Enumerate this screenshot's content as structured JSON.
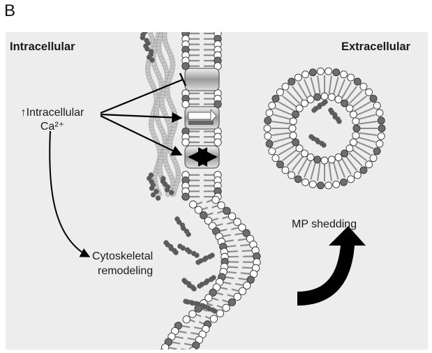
{
  "panel_label": "B",
  "labels": {
    "intracellular": "Intracellular",
    "extracellular": "Extracellular",
    "calcium_line1": "↑Intracellular",
    "calcium_line2": "Ca²⁺",
    "cyto_line1": "Cytoskeletal",
    "cyto_line2": "remodeling",
    "mp_shedding": "MP shedding"
  },
  "colors": {
    "background": "#ededed",
    "lipid_head_dark": "#6e6e6e",
    "lipid_head_light": "#ffffff",
    "lipid_tail": "#8c8c8c",
    "actin_light": "#c8c8c8",
    "actin_dark": "#5a5a5a",
    "arrow": "#000000"
  },
  "icons": [
    "channel-blocked-icon",
    "channel-open-arrow-icon",
    "channel-bidirectional-icon",
    "curved-arrow-icon"
  ]
}
